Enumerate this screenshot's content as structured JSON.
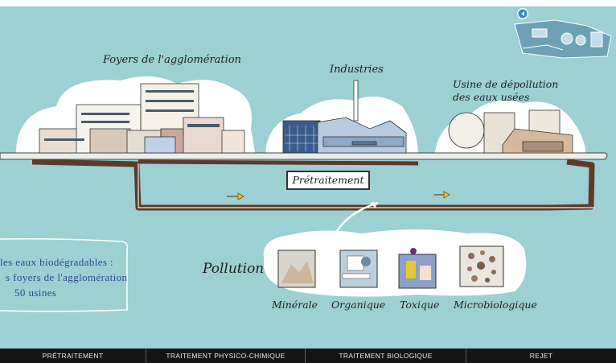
{
  "labels": {
    "foyers": "Foyers de l'agglomération",
    "industries": "Industries",
    "usine": "Usine de dépollution des eaux usées",
    "pretraitement": "Prétraitement",
    "pollution": "Pollution"
  },
  "categories": [
    "Minérale",
    "Organique",
    "Toxique",
    "Microbiologique"
  ],
  "info_lines": [
    "les eaux biodégradables :",
    "s foyers de l'agglomération",
    "50 usines"
  ],
  "nav": [
    "PRÉTRAITEMENT",
    "TRAITEMENT PHYSICO-CHIMIQUE",
    "TRAITEMENT BIOLOGIQUE",
    "REJET"
  ],
  "colors": {
    "background": "#9dd0d3",
    "pipe": "#5a3b2a",
    "nav_bar": "#141414",
    "info_text": "#2d4a8c",
    "arrow": "#e8c832"
  },
  "icons": [
    "back-arrow-icon",
    "mineral-icon",
    "organic-icon",
    "toxic-icon",
    "microbiological-icon"
  ]
}
